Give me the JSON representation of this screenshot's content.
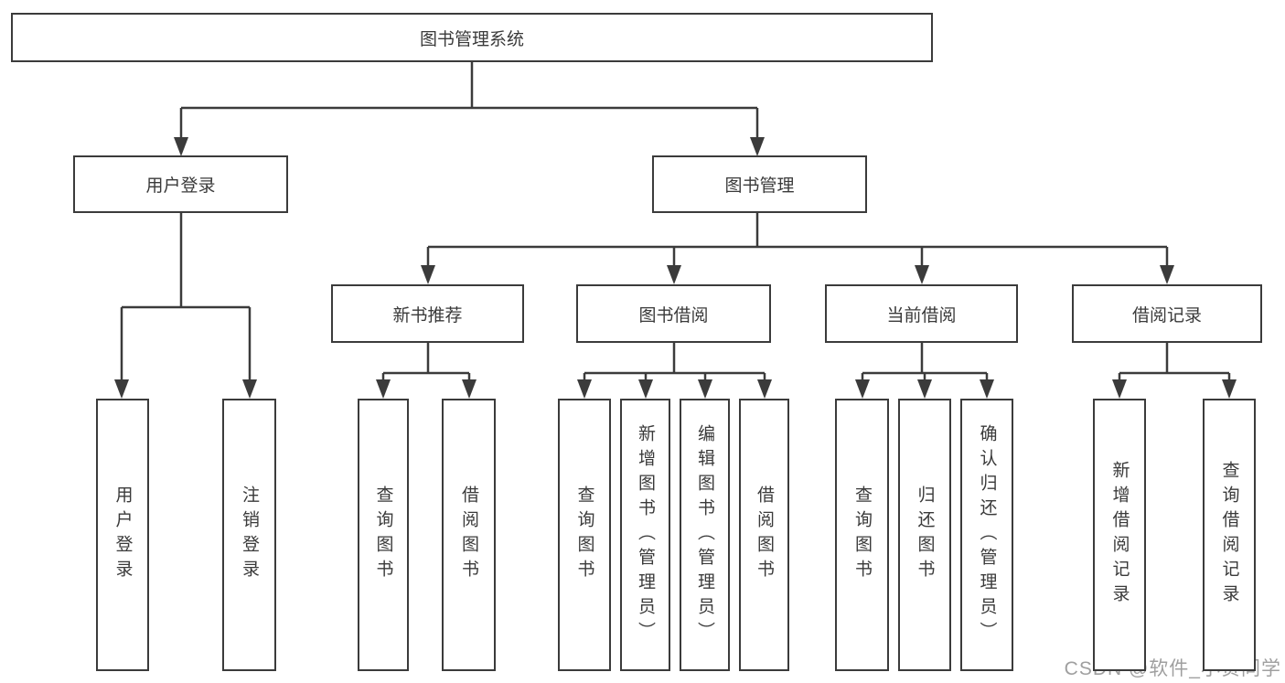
{
  "diagram": {
    "type": "hierarchy-tree",
    "root": {
      "label": "图书管理系统"
    },
    "level1": [
      {
        "label": "用户登录"
      },
      {
        "label": "图书管理"
      }
    ],
    "level2": [
      {
        "label": "新书推荐",
        "parent": "图书管理"
      },
      {
        "label": "图书借阅",
        "parent": "图书管理"
      },
      {
        "label": "当前借阅",
        "parent": "图书管理"
      },
      {
        "label": "借阅记录",
        "parent": "图书管理"
      }
    ],
    "leaves": [
      {
        "label": "用户登录",
        "parent": "用户登录"
      },
      {
        "label": "注销登录",
        "parent": "用户登录"
      },
      {
        "label": "查询图书",
        "parent": "新书推荐"
      },
      {
        "label": "借阅图书",
        "parent": "新书推荐"
      },
      {
        "label": "查询图书",
        "parent": "图书借阅"
      },
      {
        "label": "新增图书（管理员）",
        "parent": "图书借阅"
      },
      {
        "label": "编辑图书（管理员）",
        "parent": "图书借阅"
      },
      {
        "label": "借阅图书",
        "parent": "图书借阅"
      },
      {
        "label": "查询图书",
        "parent": "当前借阅"
      },
      {
        "label": "归还图书",
        "parent": "当前借阅"
      },
      {
        "label": "确认归还（管理员）",
        "parent": "当前借阅"
      },
      {
        "label": "新增借阅记录",
        "parent": "借阅记录"
      },
      {
        "label": "查询借阅记录",
        "parent": "借阅记录"
      }
    ],
    "colors": {
      "line": "#3b3b3b",
      "text": "#3a3a3a",
      "background": "#ffffff",
      "watermark_text": "#9f9f9f"
    }
  },
  "watermark": {
    "text": "CSDN @软件_小贺同学"
  }
}
